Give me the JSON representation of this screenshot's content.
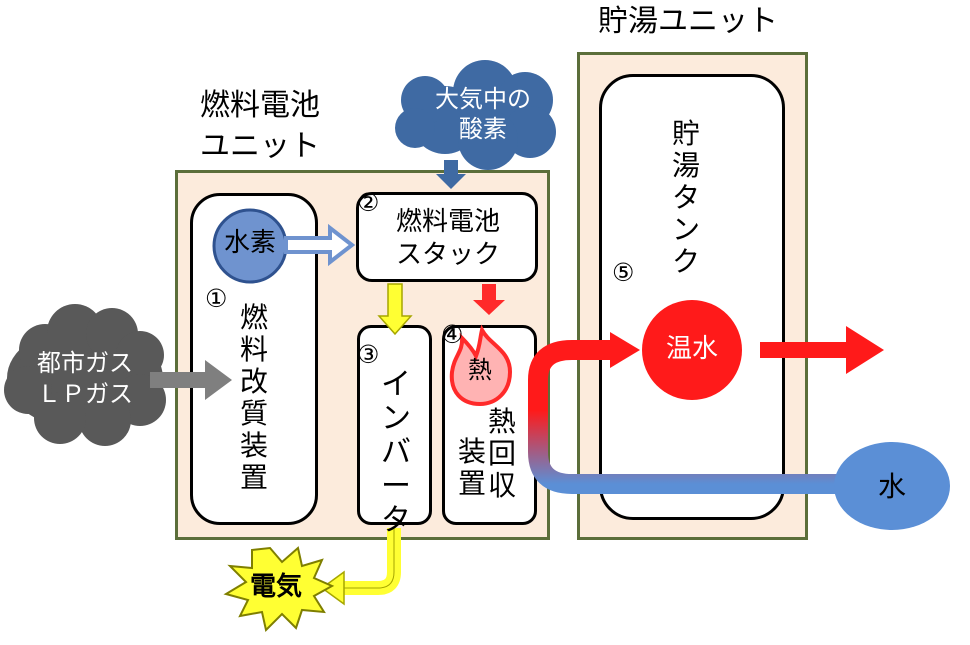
{
  "labels": {
    "fuel_cell_unit": [
      "燃料電池",
      "ユニット"
    ],
    "storage_unit": "貯湯ユニット",
    "oxygen": [
      "大気中の",
      "酸素"
    ],
    "hydrogen": "水素",
    "stack_num": "②",
    "stack": [
      "燃料電池",
      "スタック"
    ],
    "reformer_num": "①",
    "reformer": "燃料改質装置",
    "inverter_num": "③",
    "inverter": "インバータ",
    "heat_num": "④",
    "heat": "熱",
    "heat_recovery": [
      "熱回収",
      "装置"
    ],
    "tank_num": "⑤",
    "tank": "貯湯タンク",
    "hot_water": "温水",
    "water": "水",
    "gas": [
      "都市ガス",
      "ＬＰガス"
    ],
    "electricity": "電気"
  },
  "colors": {
    "unit_bg": "#fcebdc",
    "unit_border": "#5b6e3a",
    "hydrogen": "#6f93cf",
    "oxygen_cloud": "#3f6aa3",
    "gas_cloud": "#595959",
    "hot_water": "#ff1a1a",
    "water": "#5b8fd6",
    "electricity": "#ffff33",
    "arrow_gray": "#7f7f7f",
    "arrow_yellow": "#ffff33",
    "arrow_red": "#ff2a2a"
  }
}
